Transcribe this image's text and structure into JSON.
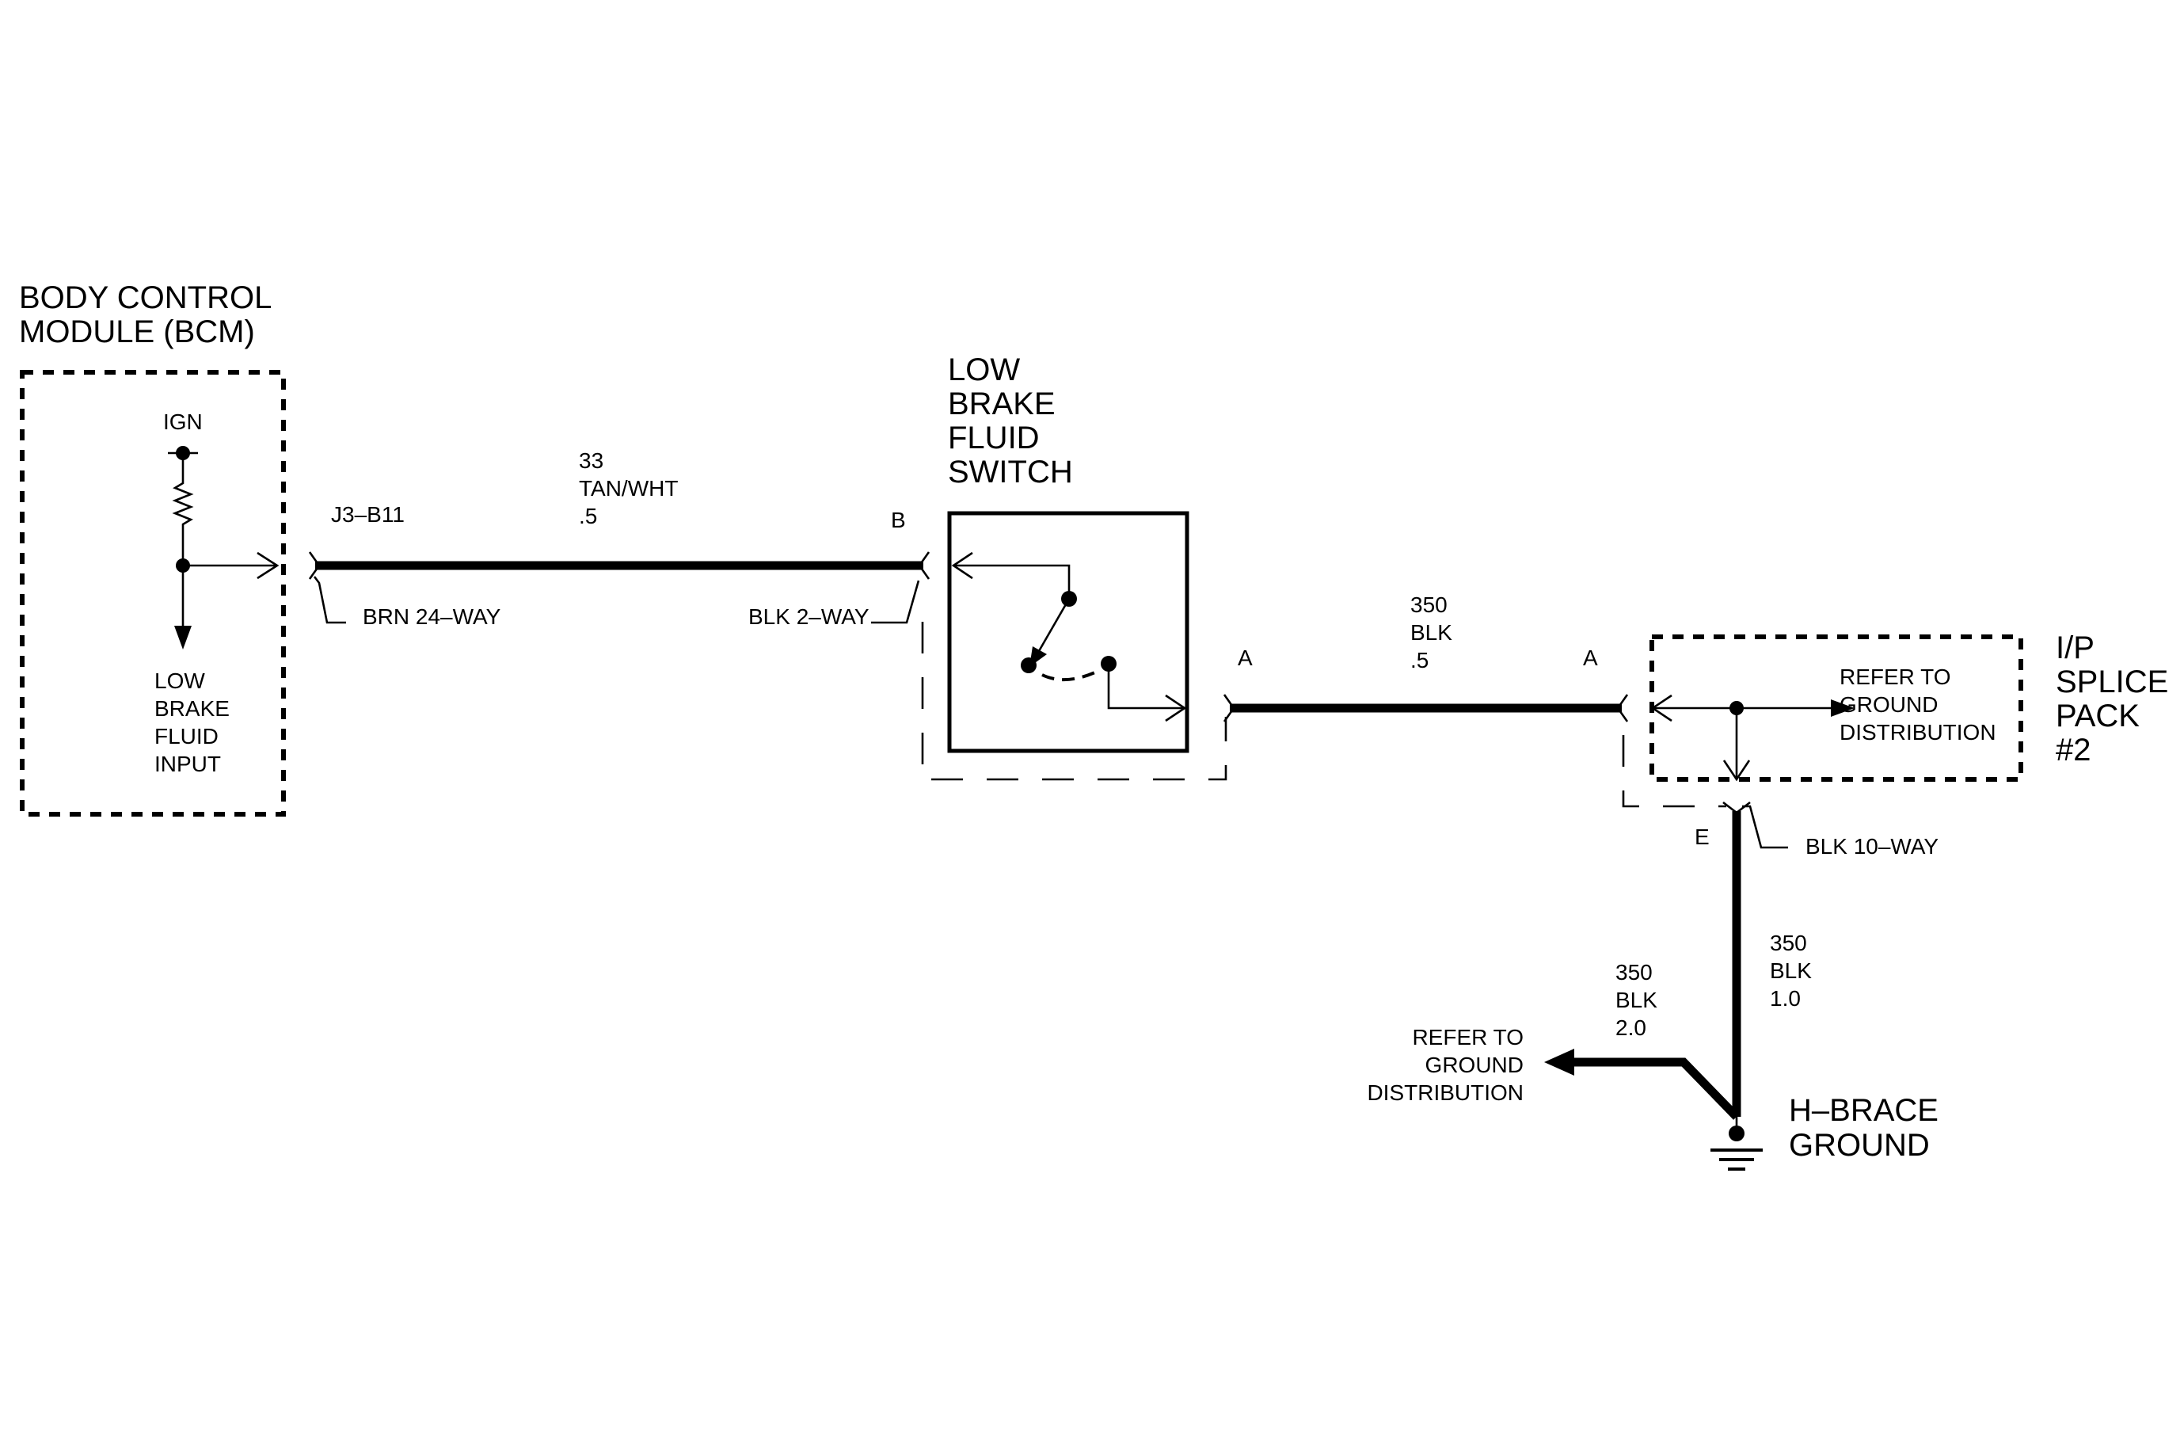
{
  "bcm": {
    "title_line1": "BODY CONTROL",
    "title_line2": "MODULE (BCM)",
    "ign_label": "IGN",
    "input_line1": "LOW",
    "input_line2": "BRAKE",
    "input_line3": "FLUID",
    "input_line4": "INPUT"
  },
  "wire_33": {
    "circuit": "33",
    "color": "TAN/WHT",
    "gauge": ".5",
    "pin_left": "J3–B11",
    "connector_left": "BRN 24–WAY",
    "pin_right": "B",
    "connector_right": "BLK 2–WAY"
  },
  "switch": {
    "line1": "LOW",
    "line2": "BRAKE",
    "line3": "FLUID",
    "line4": "SWITCH"
  },
  "wire_350_a": {
    "circuit": "350",
    "color": "BLK",
    "gauge": ".5",
    "pin_left": "A",
    "pin_right": "A"
  },
  "splice_pack": {
    "refer_line1": "REFER TO",
    "refer_line2": "GROUND",
    "refer_line3": "DISTRIBUTION",
    "name_line1": "I/P",
    "name_line2": "SPLICE",
    "name_line3": "PACK",
    "name_line4": "#2",
    "pin_e": "E",
    "connector": "BLK 10–WAY"
  },
  "wire_350_b": {
    "circuit": "350",
    "color": "BLK",
    "gauge": "1.0"
  },
  "wire_350_c": {
    "circuit": "350",
    "color": "BLK",
    "gauge": "2.0"
  },
  "ground_ref": {
    "line1": "REFER TO",
    "line2": "GROUND",
    "line3": "DISTRIBUTION"
  },
  "ground": {
    "line1": "H–BRACE",
    "line2": "GROUND"
  }
}
